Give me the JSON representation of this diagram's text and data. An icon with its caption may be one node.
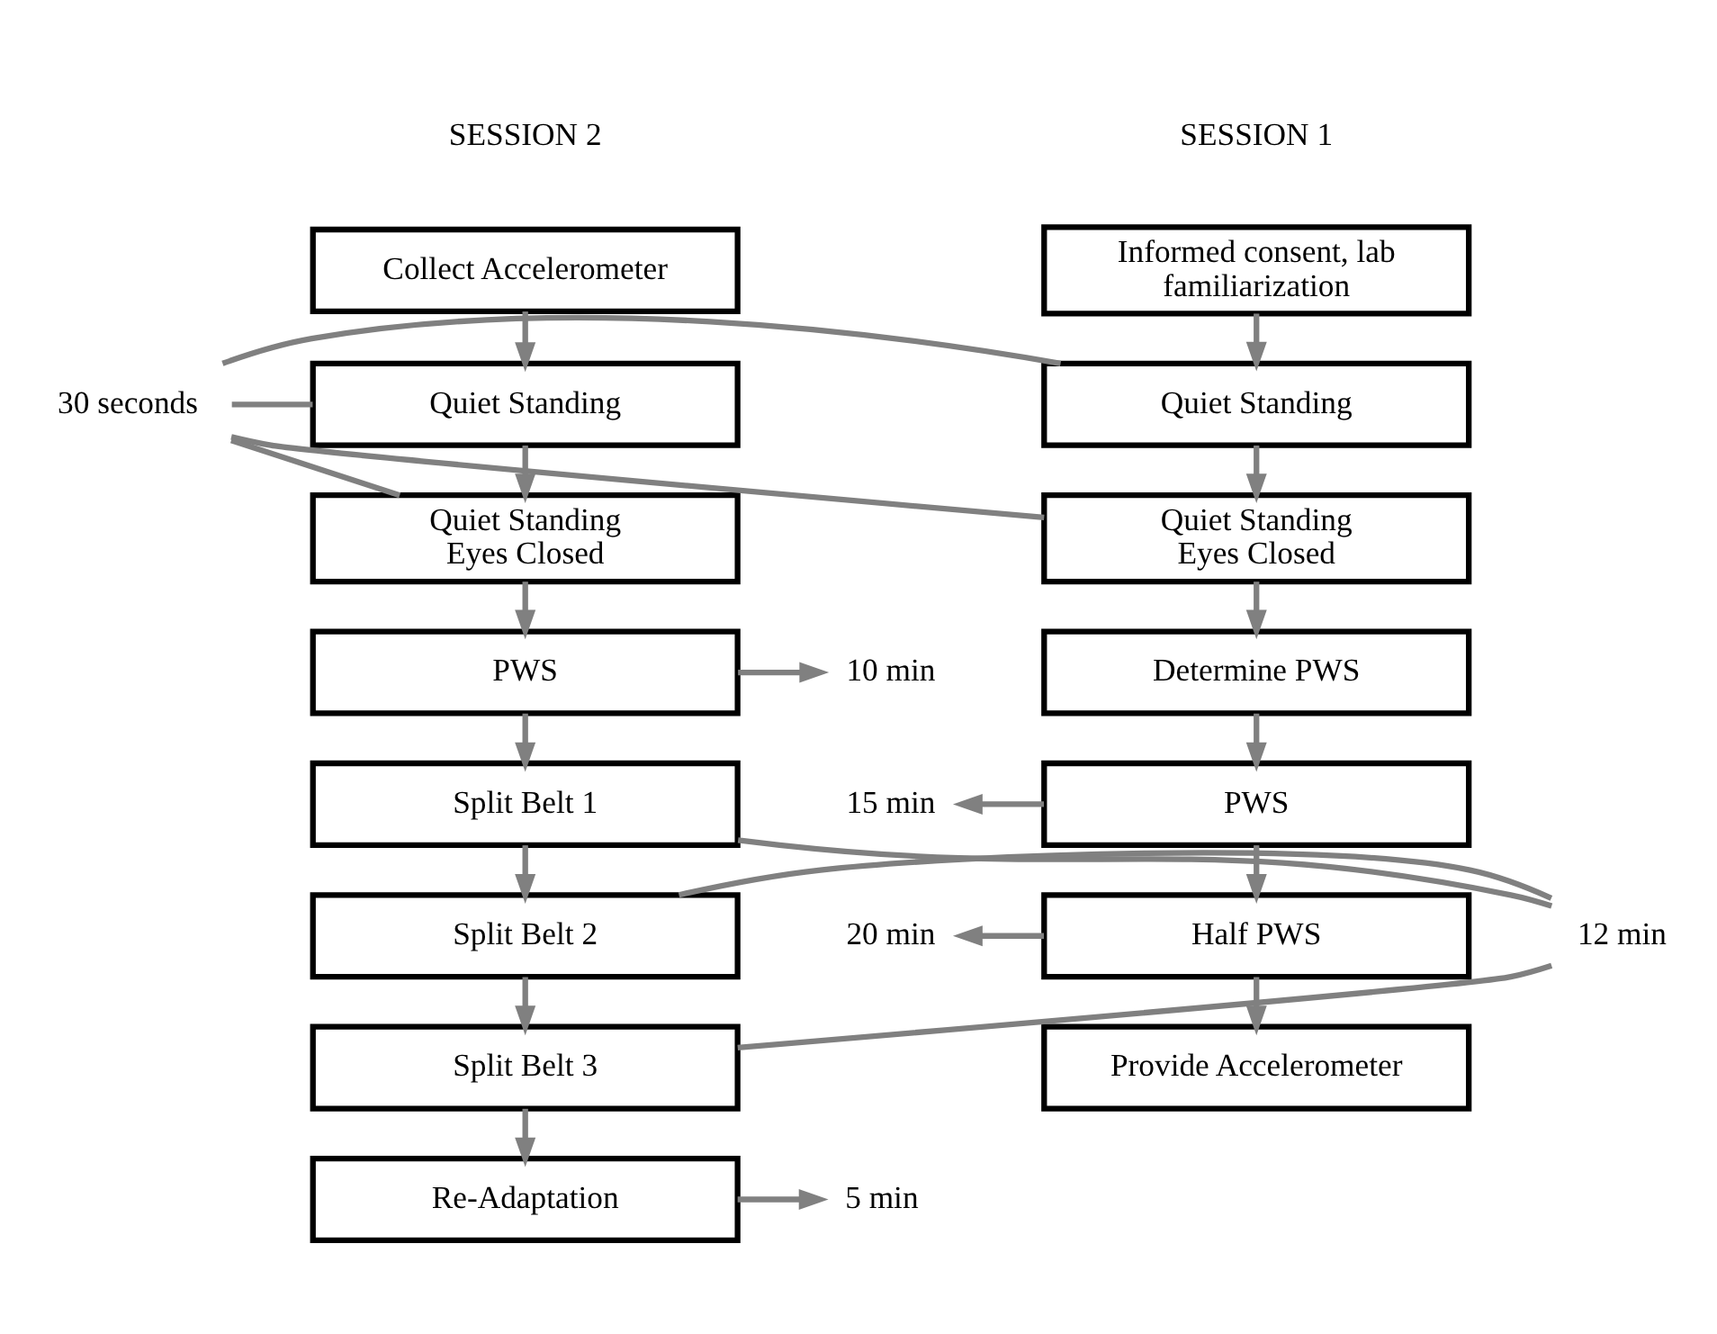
{
  "diagram": {
    "nodes": [
      {
        "text": [
          "Informed consent, lab familiarization"
        ]
      },
      {
        "text": [
          "Quiet Standing"
        ]
      },
      {
        "text": [
          "Quiet Standing Eyes Closed"
        ]
      },
      {
        "text": [
          "Determine PWS"
        ]
      },
      {
        "text": [
          "PWS"
        ]
      },
      {
        "text": [
          "Half PWS"
        ]
      },
      {
        "text": [
          "Provide Accelerometer"
        ]
      },
      {
        "text": [
          "Collect Accelerometer"
        ]
      },
      {
        "text": [
          "Quiet Standing"
        ]
      },
      {
        "text": [
          "Quiet Standing Eyes Closed"
        ]
      },
      {
        "text": [
          "PWS"
        ]
      },
      {
        "text": [
          "Split Belt 1"
        ]
      },
      {
        "text": [
          "Split Belt 2"
        ]
      },
      {
        "text": [
          "Split Belt 3"
        ]
      },
      {
        "text": [
          "Re-Adaptation"
        ]
      },
      {
        "text": [
          "15 min"
        ]
      },
      {
        "text": [
          "20 min"
        ]
      },
      {
        "text": [
          "30 seconds"
        ]
      },
      {
        "text": [
          "10 min"
        ]
      },
      {
        "text": [
          "12 min"
        ]
      },
      {
        "text": [
          "5 min"
        ]
      }
    ],
    "edges": [
      {
        "from": 0,
        "to": 1,
        "arrow": "to"
      },
      {
        "from": 1,
        "to": 2,
        "arrow": "to"
      },
      {
        "from": 2,
        "to": 3,
        "arrow": "to"
      },
      {
        "from": 3,
        "to": 4,
        "arrow": "to"
      },
      {
        "from": 4,
        "to": 5,
        "arrow": "to"
      },
      {
        "from": 5,
        "to": 6,
        "arrow": "to"
      },
      {
        "from": 4,
        "to": 15,
        "arrow": "to"
      },
      {
        "from": 5,
        "to": 16,
        "arrow": "to"
      },
      {
        "from": 17,
        "to": 1,
        "arrow": "none"
      },
      {
        "from": 17,
        "to": 2,
        "arrow": "none"
      },
      {
        "from": 17,
        "to": 8,
        "arrow": "none"
      },
      {
        "from": 17,
        "to": 9,
        "arrow": "none"
      },
      {
        "from": 7,
        "to": 8,
        "arrow": "to"
      },
      {
        "from": 8,
        "to": 9,
        "arrow": "to"
      },
      {
        "from": 9,
        "to": 10,
        "arrow": "to"
      },
      {
        "from": 10,
        "to": 11,
        "arrow": "to"
      },
      {
        "from": 11,
        "to": 12,
        "arrow": "to"
      },
      {
        "from": 12,
        "to": 13,
        "arrow": "to"
      },
      {
        "from": 13,
        "to": 14,
        "arrow": "to"
      },
      {
        "from": 10,
        "to": 18,
        "arrow": "to"
      },
      {
        "from": 14,
        "to": 20,
        "arrow": "to"
      },
      {
        "from": 19,
        "to": 11,
        "arrow": "none"
      },
      {
        "from": 19,
        "to": 12,
        "arrow": "none"
      },
      {
        "from": 19,
        "to": 13,
        "arrow": "none"
      }
    ],
    "labels": [
      "SESSION 1",
      "SESSION 2"
    ]
  }
}
